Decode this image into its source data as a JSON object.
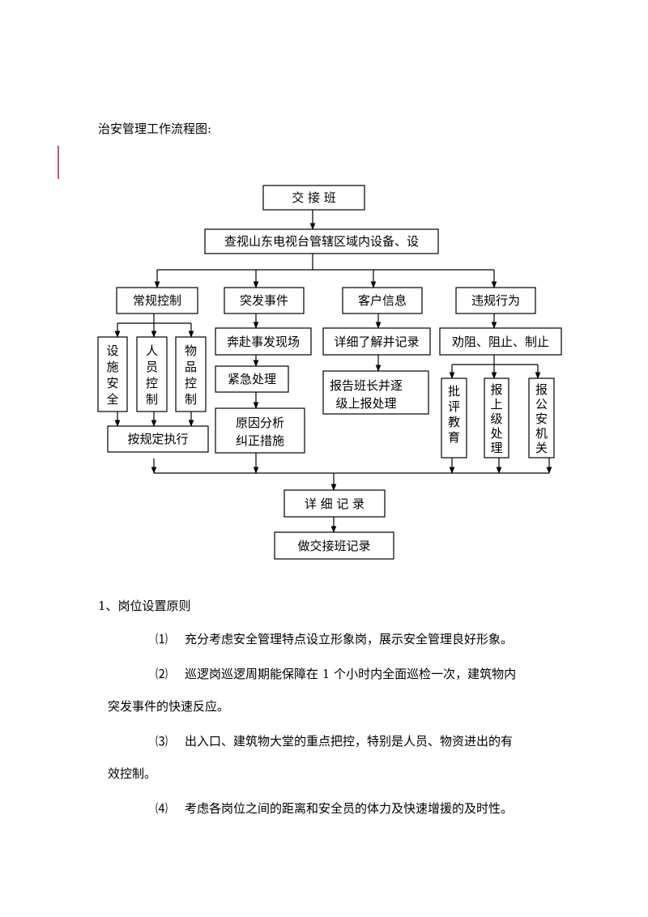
{
  "title": "治安管理工作流程图:",
  "flowchart": {
    "start": "交 接 班",
    "inspect": "查视山东电视台管辖区域内设备、设",
    "branches": {
      "routine": {
        "label": "常规控制",
        "subs": [
          [
            "设",
            "施",
            "安",
            "全"
          ],
          [
            "人",
            "员",
            "控",
            "制"
          ],
          [
            "物",
            "品",
            "控",
            "制"
          ]
        ],
        "result": "按规定执行"
      },
      "emergency": {
        "label": "突发事件",
        "steps": [
          "奔赴事发现场",
          "紧急处理"
        ],
        "result": [
          "原因分析",
          "纠正措施"
        ]
      },
      "customer": {
        "label": "客户信息",
        "steps": [
          "详细了解并记录"
        ],
        "result": [
          "报告班长并逐",
          "级上报处理"
        ]
      },
      "violation": {
        "label": "违规行为",
        "steps": [
          "劝阻、阻止、制止"
        ],
        "subs": [
          [
            "批",
            "评",
            "教",
            "育"
          ],
          [
            "报",
            "上",
            "级",
            "处",
            "理"
          ],
          [
            "报",
            "公",
            "安",
            "机",
            "关"
          ]
        ]
      }
    },
    "record": "详 细 记 录",
    "handover_record": "做交接班记录"
  },
  "section": {
    "title": "1、岗位设置原则",
    "items": [
      {
        "num": "⑴",
        "line1": "充分考虑安全管理特点设立形象岗，展示安全管理良好形象。",
        "line2": ""
      },
      {
        "num": "⑵",
        "line1": "巡逻岗巡逻周期能保障在 1 个小时内全面巡检一次，建筑物内",
        "line2": "突发事件的快速反应。"
      },
      {
        "num": "⑶",
        "line1": "出入口、建筑物大堂的重点把控，特别是人员、物资进出的有",
        "line2": "效控制。"
      },
      {
        "num": "⑷",
        "line1": "考虑各岗位之间的距离和安全员的体力及快速增援的及时性。",
        "line2": ""
      }
    ]
  }
}
